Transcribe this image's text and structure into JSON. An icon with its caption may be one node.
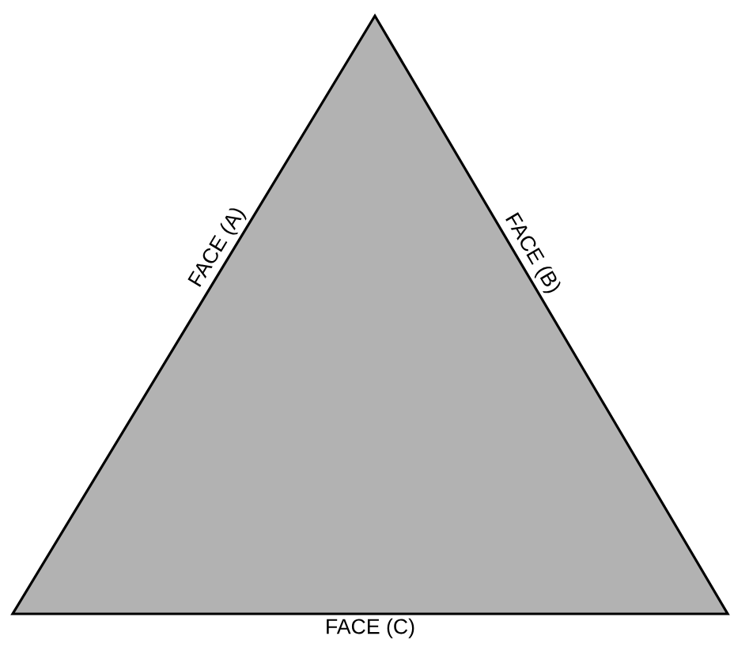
{
  "diagram": {
    "nodes": [
      {
        "text": [],
        "shape": "triangle",
        "beside": [
          "FACE (A)",
          "FACE (B)",
          "FACE (C)"
        ]
      }
    ]
  }
}
